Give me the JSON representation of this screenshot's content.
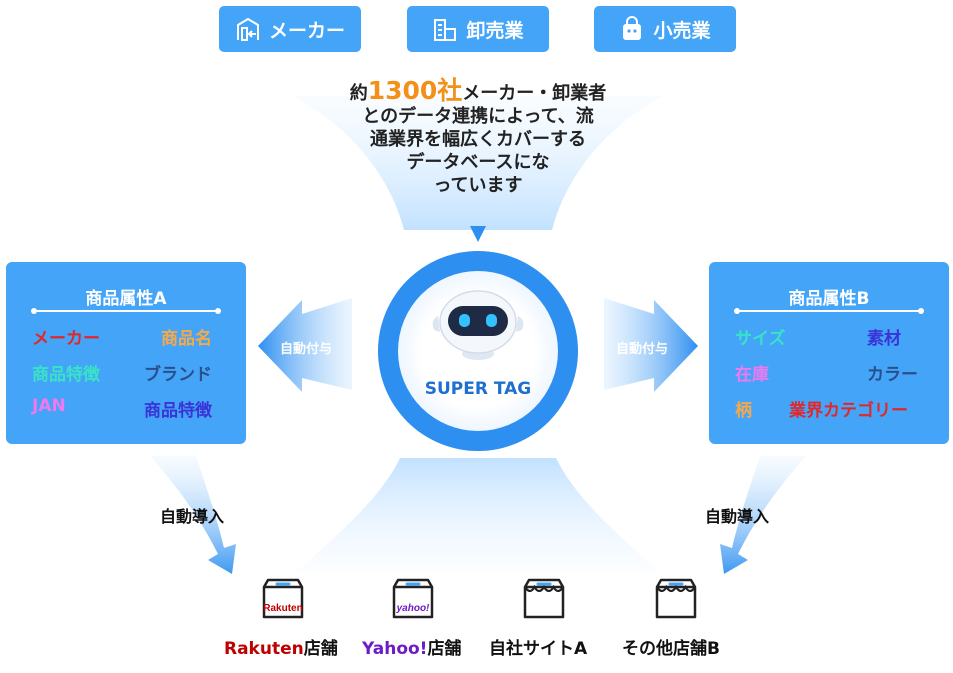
{
  "top_categories": [
    {
      "label": "メーカー",
      "icon": "building-icon"
    },
    {
      "label": "卸売業",
      "icon": "warehouse-icon"
    },
    {
      "label": "小売業",
      "icon": "shopping-bag-icon"
    }
  ],
  "intro": {
    "prefix": "約",
    "number": "1300社",
    "suffix": "メーカー・卸業者",
    "lines": [
      "とのデータ連携によって、流",
      "通業界を幅広くカバーする",
      "データベースにな",
      "っています"
    ]
  },
  "center": {
    "label": "SUPER TAG",
    "icon": "robot-icon"
  },
  "attributes_a": {
    "title": "商品属性A",
    "items": [
      "メーカー",
      "商品名",
      "商品特徴",
      "ブランド",
      "JAN",
      "商品特徴"
    ]
  },
  "attributes_b": {
    "title": "商品属性B",
    "items": [
      "サイズ",
      "素材",
      "在庫",
      "カラー",
      "柄",
      "業界カテゴリー"
    ]
  },
  "auto_assign_label": "自動付与",
  "auto_import_label": "自動導入",
  "stores": [
    {
      "brand": "Rakuten",
      "suffix": "店舗",
      "icon_text": "Rakuten"
    },
    {
      "brand": "Yahoo!",
      "suffix": "店舗",
      "icon_text": "yahoo!"
    },
    {
      "brand": "",
      "suffix": "自社サイトA",
      "icon_text": ""
    },
    {
      "brand": "",
      "suffix": "その他店舗B",
      "icon_text": ""
    }
  ],
  "colors": {
    "accent_blue": "#43a4f8",
    "ring_blue": "#2d8ff0",
    "highlight_orange": "#f39019",
    "rakuten_red": "#bf0000",
    "yahoo_purple": "#6d1bc4"
  }
}
